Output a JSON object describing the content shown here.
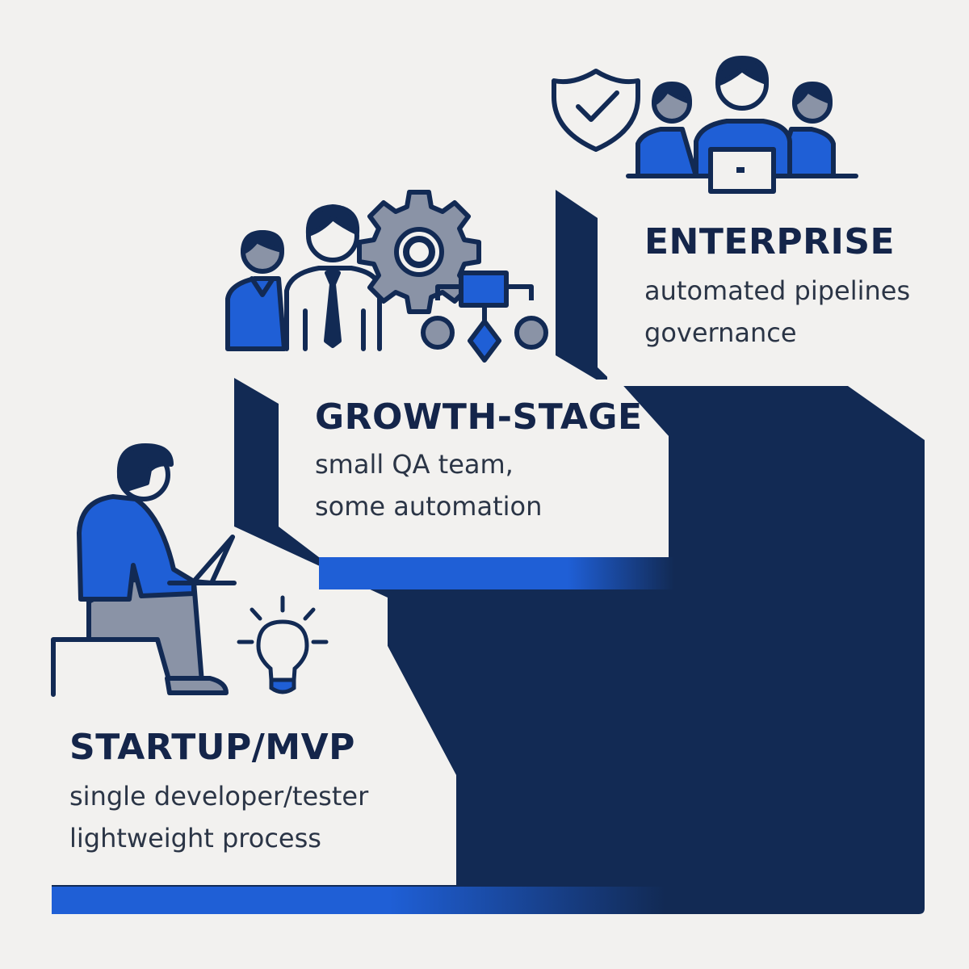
{
  "stages": [
    {
      "title": "STARTUP/MVP",
      "lines": [
        "single developer/tester",
        "lightweight process"
      ],
      "icons": [
        "developer-with-laptop-icon",
        "lightbulb-icon"
      ]
    },
    {
      "title": "GROWTH-STAGE",
      "lines": [
        "small QA team,",
        "some automation"
      ],
      "icons": [
        "team-icon",
        "gear-icon",
        "workflow-icon"
      ]
    },
    {
      "title": "ENTERPRISE",
      "lines": [
        "automated pipelines",
        "governance"
      ],
      "icons": [
        "shield-check-icon",
        "team-with-laptop-icon"
      ]
    }
  ],
  "colors": {
    "navy": "#122a54",
    "blue": "#1f5fd6",
    "gray": "#8a93a6",
    "background": "#f2f1ef",
    "card": "#f2f1ef"
  }
}
